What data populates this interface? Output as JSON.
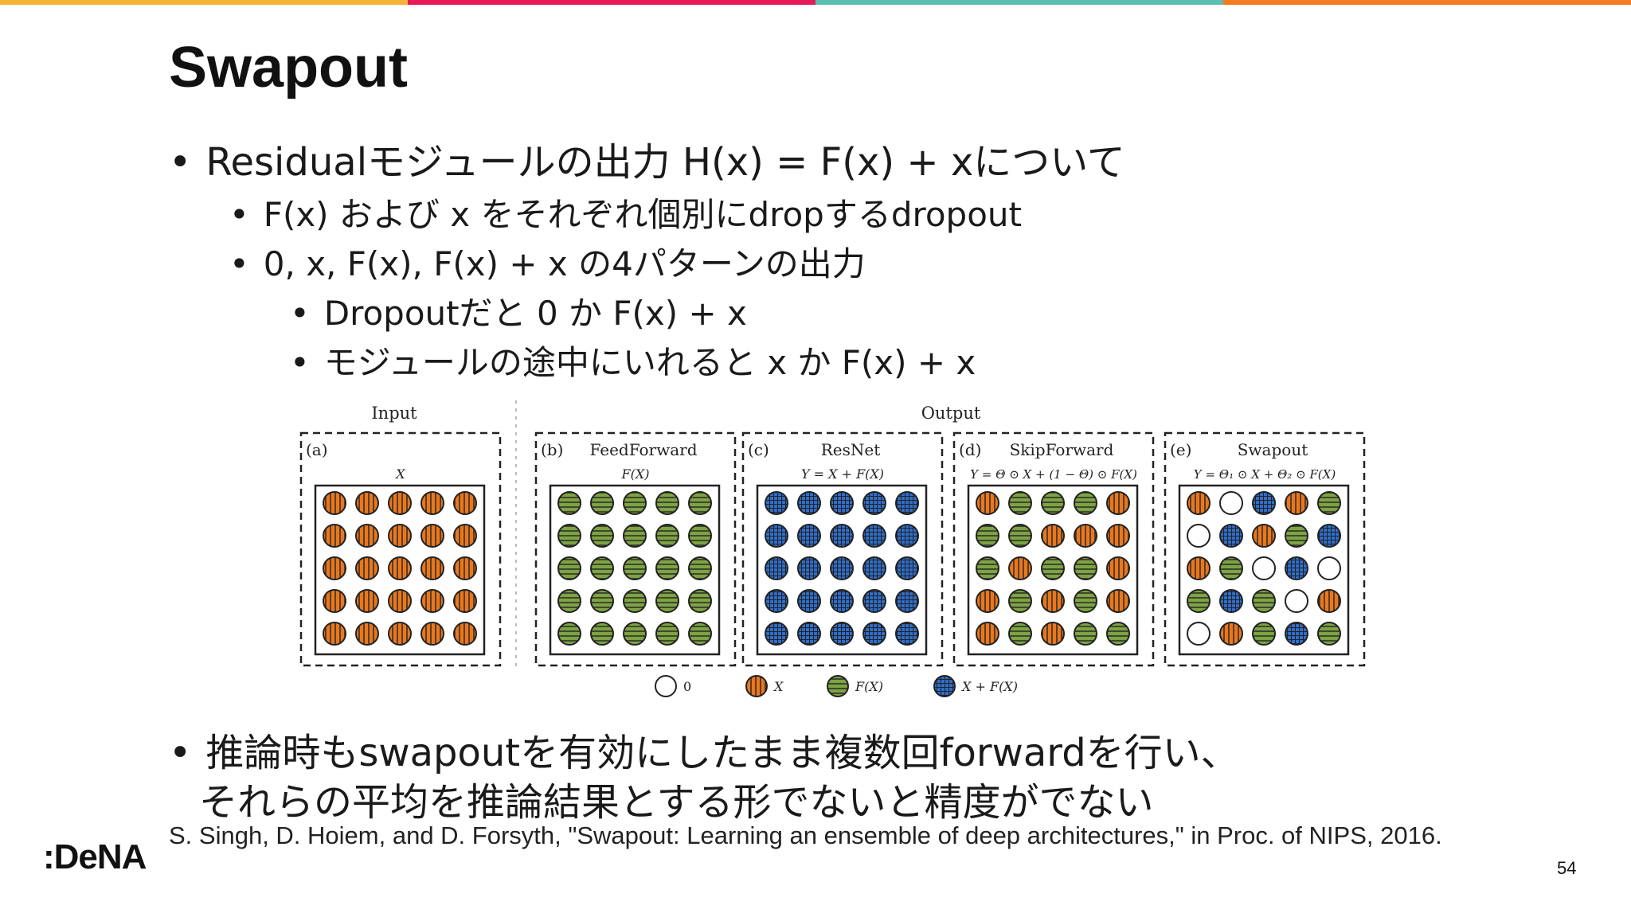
{
  "colors": {
    "bar": [
      "#f5b335",
      "#e6195a",
      "#5cbfb2",
      "#f47b20"
    ],
    "x_fill": "#e8781e",
    "f_fill": "#7da344",
    "xf_fill": "#2e6fcf"
  },
  "title": "Swapout",
  "bullets": [
    {
      "text": "Residualモジュールの出力  H(x) = F(x) + xについて"
    },
    {
      "text": "F(x) および x をそれぞれ個別にdropするdropout"
    },
    {
      "text": "0, x, F(x), F(x) + x の4パターンの出力"
    },
    {
      "text": "Dropoutだと 0 か F(x) + x"
    },
    {
      "text": "モジュールの途中にいれると x か F(x) + x"
    },
    {
      "text": "推論時もswapoutを有効にしたまま複数回forwardを行い、"
    },
    {
      "text": "それらの平均を推論結果とする形でないと精度がでない"
    }
  ],
  "figure": {
    "input_label": "Input",
    "output_label": "Output",
    "panels": [
      {
        "tag": "(a)",
        "name": "",
        "formula": "X",
        "grid": [
          "xxxxx",
          "xxxxx",
          "xxxxx",
          "xxxxx",
          "xxxxx"
        ]
      },
      {
        "tag": "(b)",
        "name": "FeedForward",
        "formula": "F(X)",
        "grid": [
          "fffff",
          "fffff",
          "fffff",
          "fffff",
          "fffff"
        ]
      },
      {
        "tag": "(c)",
        "name": "ResNet",
        "formula": "Y = X + F(X)",
        "grid": [
          "sssss",
          "sssss",
          "sssss",
          "sssss",
          "sssss"
        ]
      },
      {
        "tag": "(d)",
        "name": "SkipForward",
        "formula": "Y = Θ ⊙ X + (1 − Θ) ⊙ F(X)",
        "grid": [
          "xfffx",
          "ffxxx",
          "fxffx",
          "xfxfx",
          "xfxff"
        ]
      },
      {
        "tag": "(e)",
        "name": "Swapout",
        "formula": "Y = Θ₁ ⊙ X + Θ₂ ⊙ F(X)",
        "grid": [
          "x0sxf",
          "0sxfs",
          "xf0s0",
          "fsf0x",
          "0xfsf"
        ]
      }
    ],
    "legend": [
      {
        "symbol": "0",
        "label": "0"
      },
      {
        "symbol": "x",
        "label": "X"
      },
      {
        "symbol": "f",
        "label": "F(X)"
      },
      {
        "symbol": "s",
        "label": "X + F(X)"
      }
    ]
  },
  "citation": "S. Singh, D. Hoiem, and D. Forsyth, \"Swapout: Learning an ensemble of deep architectures,\" in Proc. of NIPS, 2016.",
  "logo": ":DeNA",
  "page_number": "54"
}
